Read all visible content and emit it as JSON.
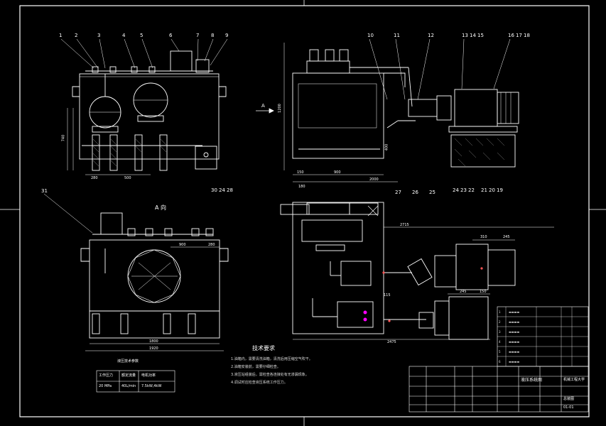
{
  "drawing": {
    "view_a_title": "A 向",
    "direction_a": "A",
    "notes_title": "技术要求",
    "notes": [
      "1.油箱内，需要清洗油箱，清洗后用压缩空气吹干。",
      "2.油箱安装前，需要仔细检查。",
      "3.液压站组装后，需检查各连接处有无渗漏现象。",
      "4.调试时应检查液压系统工作压力。"
    ],
    "table_title": "液压技术参数",
    "table_headers": [
      "工作压力",
      "额定流量",
      "电机功率"
    ],
    "table_values": [
      "20 MPa",
      "40L/min",
      "7.5kW,4kW"
    ],
    "title_block_name": "液压系统图",
    "title_block_org": "机械工程大学",
    "title_block_drawing": "总装图",
    "title_block_code": "01-01"
  },
  "callouts_left": [
    "1",
    "2",
    "3",
    "4",
    "5",
    "6",
    "7",
    "8",
    "9"
  ],
  "callouts_right": [
    "10",
    "11",
    "12",
    "13",
    "14",
    "15",
    "16",
    "17",
    "18"
  ],
  "callouts_bottom_left": [
    "30",
    "24",
    "28"
  ],
  "callouts_bottom_right": [
    "24",
    "23",
    "22",
    "21",
    "20",
    "19"
  ],
  "callouts_misc": [
    "31",
    "25",
    "26",
    "27"
  ],
  "dimensions": {
    "front_height": "740",
    "front_w1": "280",
    "front_w2": "500",
    "side_height": "1200",
    "side_w1": "150",
    "side_w2": "900",
    "side_total": "2000",
    "side_h2": "400",
    "top_w": "2715",
    "top_motor1": "310",
    "top_motor2": "245",
    "top_b1": "245",
    "top_b2": "150",
    "top_b3": "115",
    "top_bottom": "2475",
    "top_left": "180",
    "a_w1": "900",
    "a_w2": "280",
    "a_base1": "1800",
    "a_base2": "1920"
  }
}
